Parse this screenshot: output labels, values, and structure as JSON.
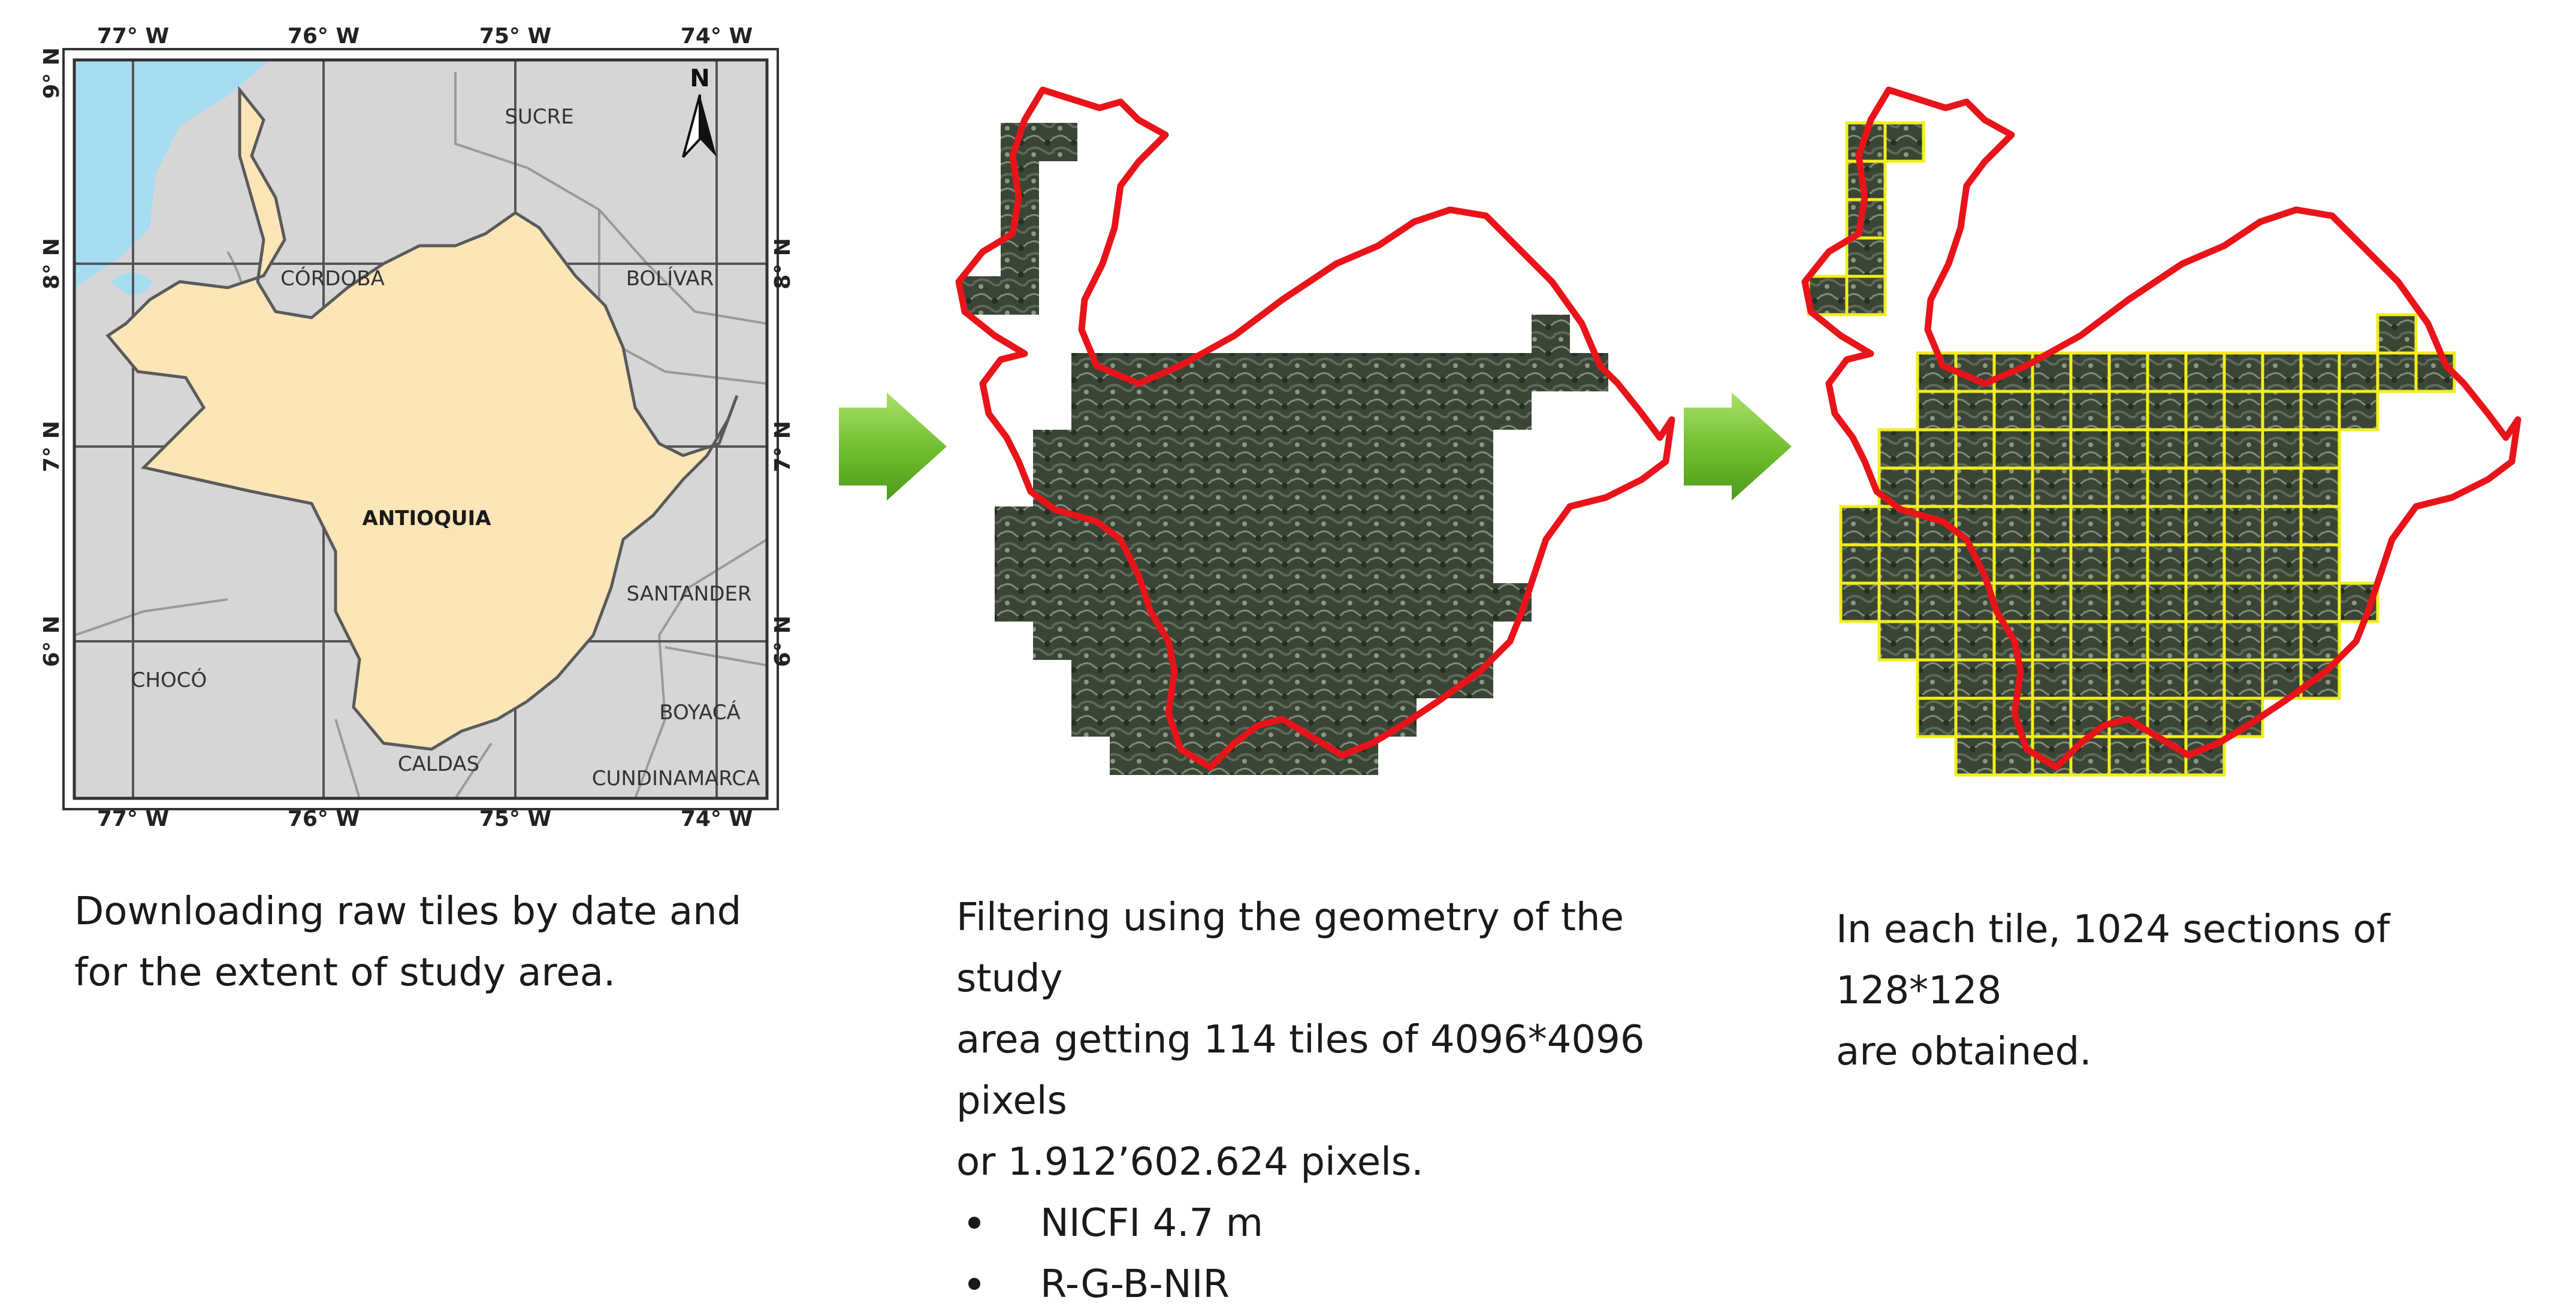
{
  "map": {
    "lon_ticks": [
      "77° W",
      "76° W",
      "75° W",
      "74° W"
    ],
    "lat_ticks": [
      "9° N",
      "8° N",
      "7° N",
      "6° N"
    ],
    "north_label": "N",
    "regions": {
      "sucre": "SUCRE",
      "cordoba": "CÓRDOBA",
      "bolivar": "BOLÍVAR",
      "antioquia": "ANTIOQUIA",
      "santander": "SANTANDER",
      "choco": "CHOCÓ",
      "boyaca": "BOYACÁ",
      "caldas": "CALDAS",
      "cundinamarca": "CUNDINAMARCA"
    },
    "colors": {
      "land": "#d6d6d6",
      "sea": "#a6dcf2",
      "antioquia": "#fce6b8",
      "border": "#5a5a5a"
    }
  },
  "steps": {
    "step1": {
      "caption_lines": [
        "Downloading raw tiles by date and",
        "for the extent of study area."
      ]
    },
    "step2": {
      "caption_lines": [
        "Filtering using the geometry of the study",
        "area getting 114 tiles of 4096*4096 pixels",
        "or 1.912’602.624 pixels."
      ],
      "bullets": [
        "NICFI 4.7 m",
        "R-G-B-NIR"
      ]
    },
    "step3": {
      "caption_lines": [
        "In each tile, 1024 sections of 128*128",
        "are obtained."
      ]
    }
  },
  "colors": {
    "outline": "#e8141a",
    "tile_grid": "#f2ee1b",
    "arrow": "#6ebd2c"
  }
}
